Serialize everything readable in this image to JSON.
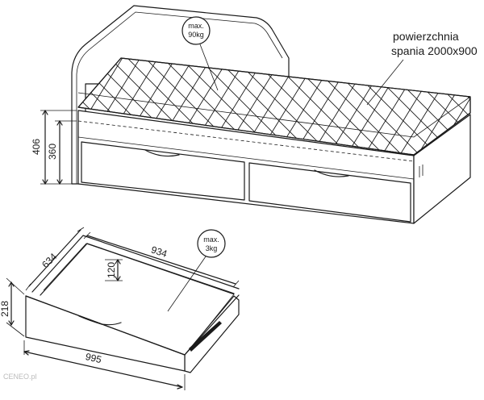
{
  "bed": {
    "label_line1": "powierzchnia",
    "label_line2": "spania 2000x900",
    "load_line1": "max.",
    "load_line2": "90kg",
    "dim_total_height": "406",
    "dim_frame_height": "360"
  },
  "drawer": {
    "dim_depth": "634",
    "dim_inner_width": "934",
    "dim_inner_height": "120",
    "dim_height": "218",
    "dim_width": "995",
    "load_line1": "max.",
    "load_line2": "3kg"
  },
  "watermark": "CENEO.pl"
}
